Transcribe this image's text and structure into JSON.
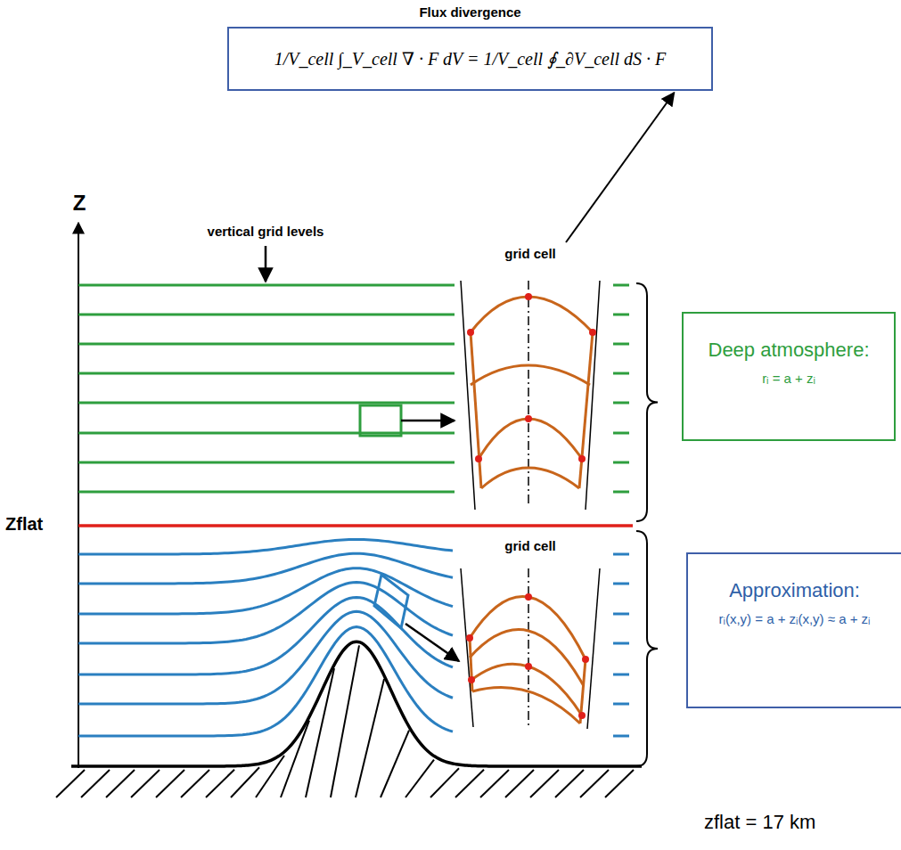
{
  "diagram": {
    "nodes": [
      {
        "text": [
          "Flux divergence",
          "1/V_cell ∫_V_cell ∇ · F dV = 1/V_cell ∮_∂V_cell dS · F"
        ]
      },
      {
        "text": [
          "grid cell"
        ]
      },
      {
        "text": [
          "Deep atmosphere:",
          "rᵢ = a + zᵢ"
        ]
      },
      {
        "text": [
          "grid cell"
        ]
      },
      {
        "text": [
          "Approximation:",
          "rᵢ(x,y) = a + zᵢ(x,y) ≈ a + zᵢ"
        ]
      }
    ],
    "edges": [
      {
        "from": 1,
        "to": 0,
        "arrow": "to"
      }
    ],
    "labels": [
      "Z",
      "vertical grid levels",
      "Zflat",
      "zflat = 17 km"
    ]
  }
}
